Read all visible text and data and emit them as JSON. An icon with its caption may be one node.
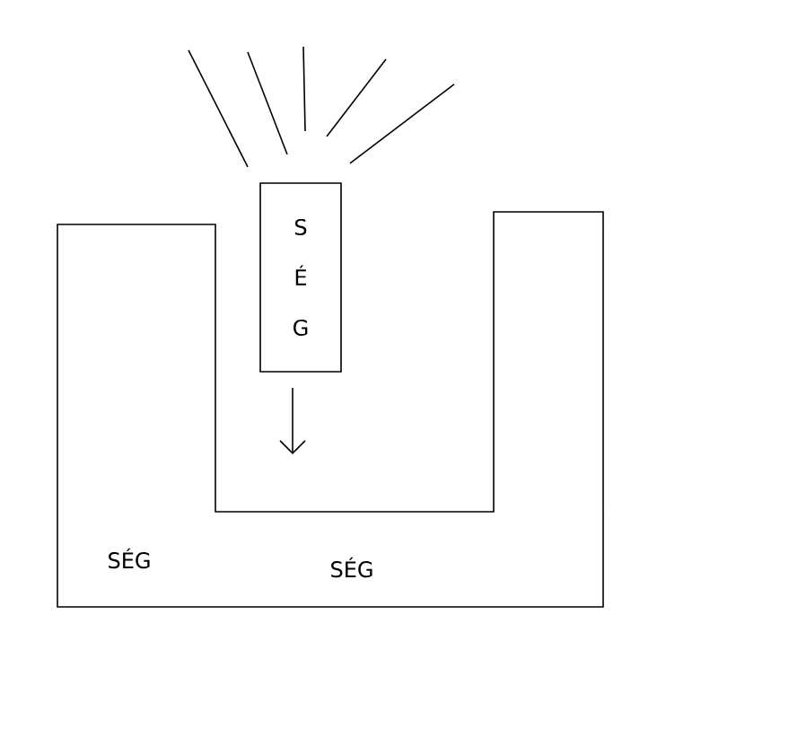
{
  "diagram": {
    "nodes": [
      {
        "text": [
          "SÉG",
          "SÉG"
        ]
      },
      {
        "text": [
          "S É G"
        ]
      }
    ]
  }
}
